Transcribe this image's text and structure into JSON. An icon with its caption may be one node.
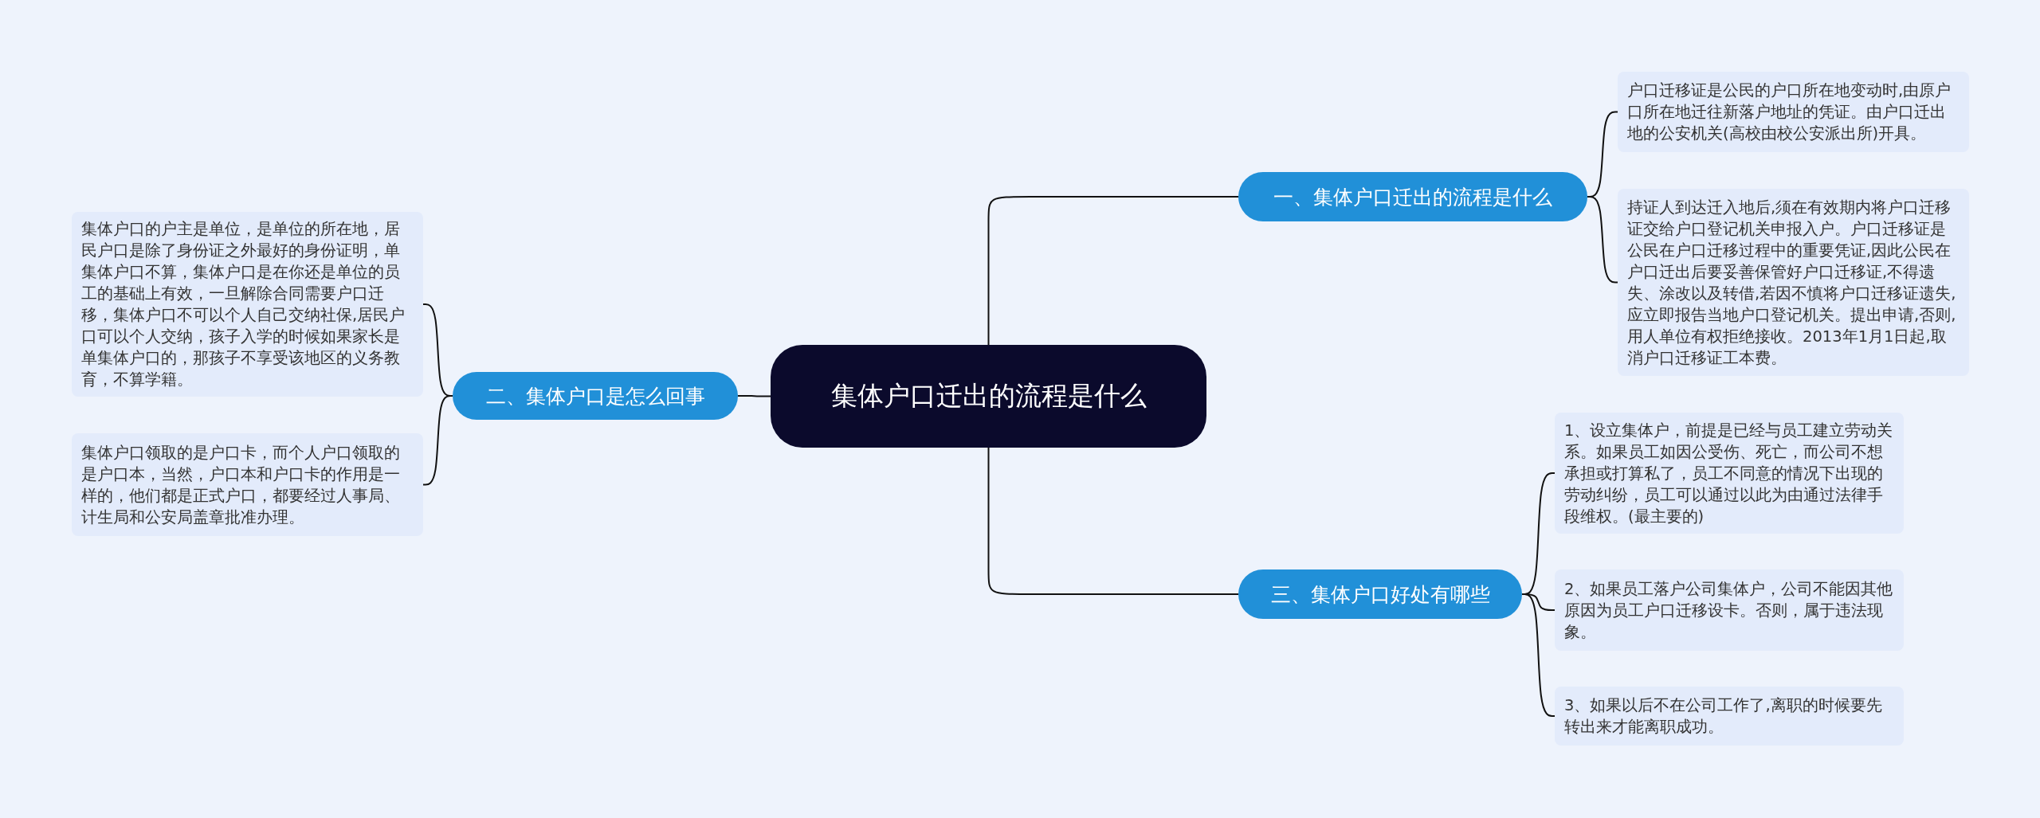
{
  "diagram": {
    "nodes": [
      {
        "text": [
          "集体户口迁出的流程是什么"
        ]
      },
      {
        "text": [
          "一、集体户口迁出的流程是什么"
        ]
      },
      {
        "text": [
          "户口迁移证是公民的户口所在地变动时,由原户口所在地迁往新落户地址的凭证。由户口迁出地的公安机关(高校由校公安派出所)开具。"
        ]
      },
      {
        "text": [
          "持证人到达迁入地后,须在有效期内将户口迁移证交给户口登记机关申报入户。户口迁移证是公民在户口迁移过程中的重要凭证,因此公民在户口迁出后要妥善保管好户口迁移证,不得遗失、涂改以及转借,若因不慎将户口迁移证遗失,应立即报告当地户口登记机关。提出申请,否则,用人单位有权拒绝接收。2013年1月1日起,取消户口迁移证工本费。"
        ]
      },
      {
        "text": [
          "二、集体户口是怎么回事"
        ]
      },
      {
        "text": [
          "集体户口的户主是单位，是单位的所在地，居民户口是除了身份证之外最好的身份证明，单集体户口不算，集体户口是在你还是单位的员工的基础上有效，一旦解除合同需要户口迁移，集体户口不可以个人自己交纳社保,居民户口可以个人交纳，孩子入学的时候如果家长是单集体户口的，那孩子不享受该地区的义务教育，不算学籍。"
        ]
      },
      {
        "text": [
          "集体户口领取的是户口卡，而个人户口领取的是户口本，当然，户口本和户口卡的作用是一样的，他们都是正式户口，都要经过人事局、计生局和公安局盖章批准办理。"
        ]
      },
      {
        "text": [
          "三、集体户口好处有哪些"
        ]
      },
      {
        "text": [
          "1、设立集体户，前提是已经与员工建立劳动关系。如果员工如因公受伤、死亡，而公司不想承担或打算私了，员工不同意的情况下出现的劳动纠纷，员工可以通过以此为由通过法律手段维权。(最主要的)"
        ]
      },
      {
        "text": [
          "2、如果员工落户公司集体户，公司不能因其他原因为员工户口迁移设卡。否则，属于违法现象。"
        ]
      },
      {
        "text": [
          "3、如果以后不在公司工作了,离职的时候要先转出来才能离职成功。"
        ]
      }
    ],
    "edges": [
      {
        "from": 0,
        "to": 1,
        "arrow": "none"
      },
      {
        "from": 1,
        "to": 2,
        "arrow": "none"
      },
      {
        "from": 1,
        "to": 3,
        "arrow": "none"
      },
      {
        "from": 0,
        "to": 4,
        "arrow": "none"
      },
      {
        "from": 4,
        "to": 5,
        "arrow": "none"
      },
      {
        "from": 4,
        "to": 6,
        "arrow": "none"
      },
      {
        "from": 0,
        "to": 7,
        "arrow": "none"
      },
      {
        "from": 7,
        "to": 8,
        "arrow": "none"
      },
      {
        "from": 7,
        "to": 9,
        "arrow": "none"
      },
      {
        "from": 7,
        "to": 10,
        "arrow": "none"
      }
    ]
  }
}
